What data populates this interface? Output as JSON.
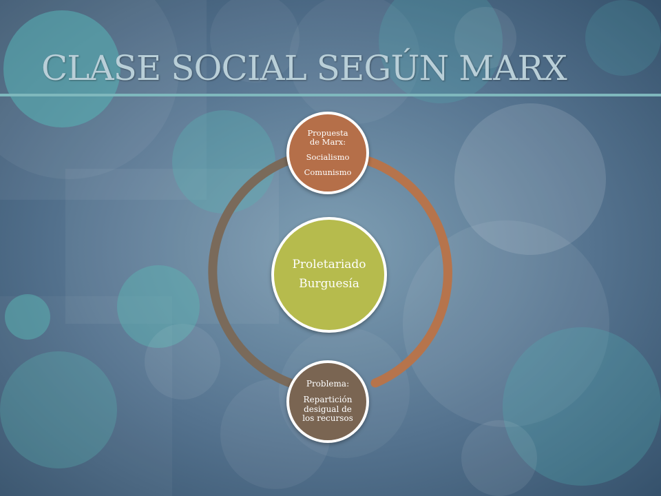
{
  "title": "CLASE SOCIAL SEGÚN MARX",
  "colors": {
    "background": "#4a6a86",
    "accent_rule": "#7fb8bd",
    "ring_orange": "#b6744c",
    "ring_brown": "#7a6a5a",
    "center_node": "#b6bb4d",
    "top_node": "#b56f49",
    "bottom_node": "#7a6552"
  },
  "diagram": {
    "center": {
      "line1": "Proletariado",
      "line2": "Burguesía"
    },
    "top": {
      "line1": "Propuesta",
      "line2": "de Marx:",
      "line3": "Socialismo",
      "line4": "Comunismo"
    },
    "bottom": {
      "line1": "Problema:",
      "line2": "Repartición",
      "line3": "desigual de",
      "line4": "los recursos"
    }
  }
}
